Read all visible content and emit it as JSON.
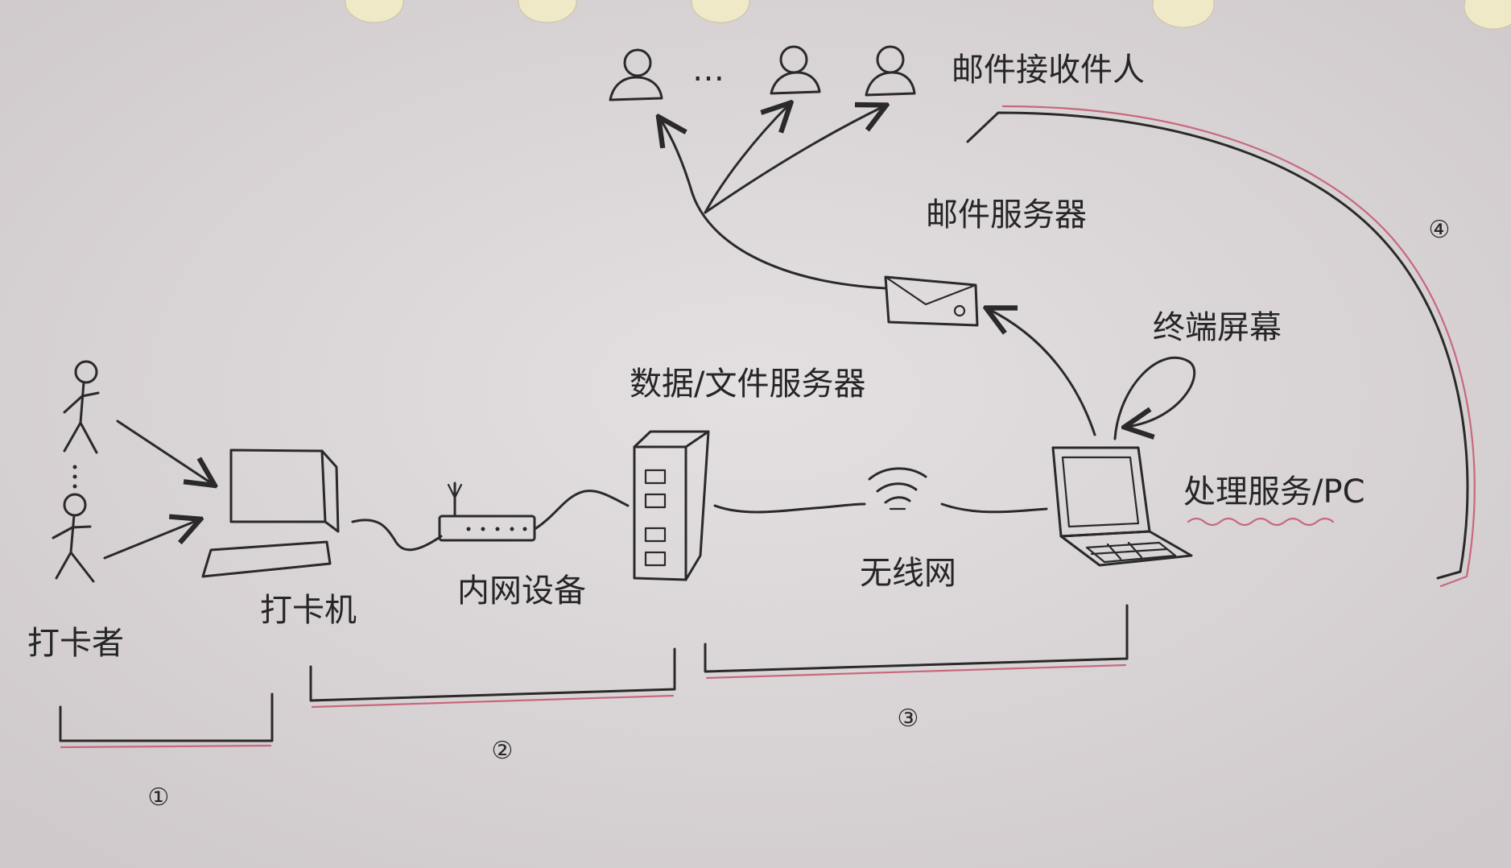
{
  "labels": {
    "reporter": "打卡者",
    "punch_machine": "打卡机",
    "intranet_device": "内网设备",
    "data_file_server": "数据/文件服务器",
    "wireless_network": "无线网",
    "terminal_screen": "终端屏幕",
    "processing_server_pc": "处理服务/PC",
    "mail_server": "邮件服务器",
    "mail_recipients": "邮件接收件人",
    "ellipsis": "…"
  },
  "brackets": {
    "one": "①",
    "two": "②",
    "three": "③",
    "four": "④"
  },
  "colors": {
    "paper": "#d9d4d6",
    "ink": "#2a2a2a",
    "highlight": "#c8687d"
  }
}
